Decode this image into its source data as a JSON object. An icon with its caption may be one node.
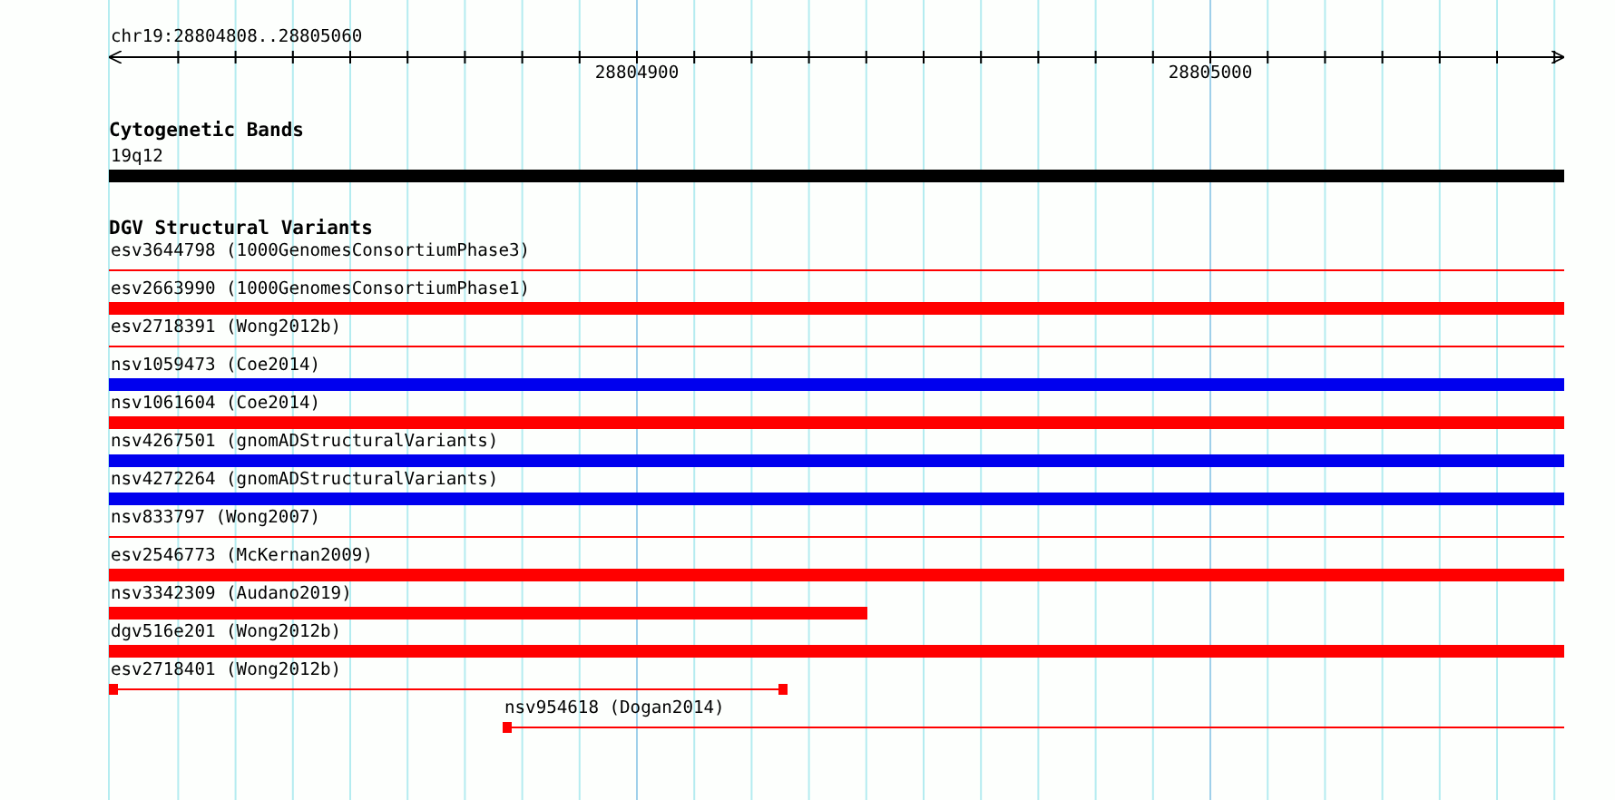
{
  "diagram": {
    "nodes": [
      {
        "text": [
          "19q12"
        ]
      },
      {
        "text": [
          "esv3644798 (1000GenomesConsortiumPhase3)"
        ]
      },
      {
        "text": [
          "esv2663990 (1000GenomesConsortiumPhase1)"
        ]
      },
      {
        "text": [
          "esv2718391 (Wong2012b)"
        ]
      },
      {
        "text": [
          "nsv1059473 (Coe2014)"
        ]
      },
      {
        "text": [
          "nsv1061604 (Coe2014)"
        ]
      },
      {
        "text": [
          "nsv4267501 (gnomADStructuralVariants)"
        ]
      },
      {
        "text": [
          "nsv4272264 (gnomADStructuralVariants)"
        ]
      },
      {
        "text": [
          "nsv833797 (Wong2007)"
        ]
      },
      {
        "text": [
          "esv2546773 (McKernan2009)"
        ]
      },
      {
        "text": [
          "nsv3342309 (Audano2019)"
        ]
      },
      {
        "text": [
          "dgv516e201 (Wong2012b)"
        ]
      },
      {
        "text": [
          "esv2718401 (Wong2012b)"
        ]
      },
      {
        "text": [
          "nsv954618 (Dogan2014)"
        ]
      }
    ],
    "labels": [
      "chr19:28804808..28805060",
      "28804900",
      "28805000",
      "Cytogenetic Bands",
      "DGV Structural Variants"
    ]
  }
}
